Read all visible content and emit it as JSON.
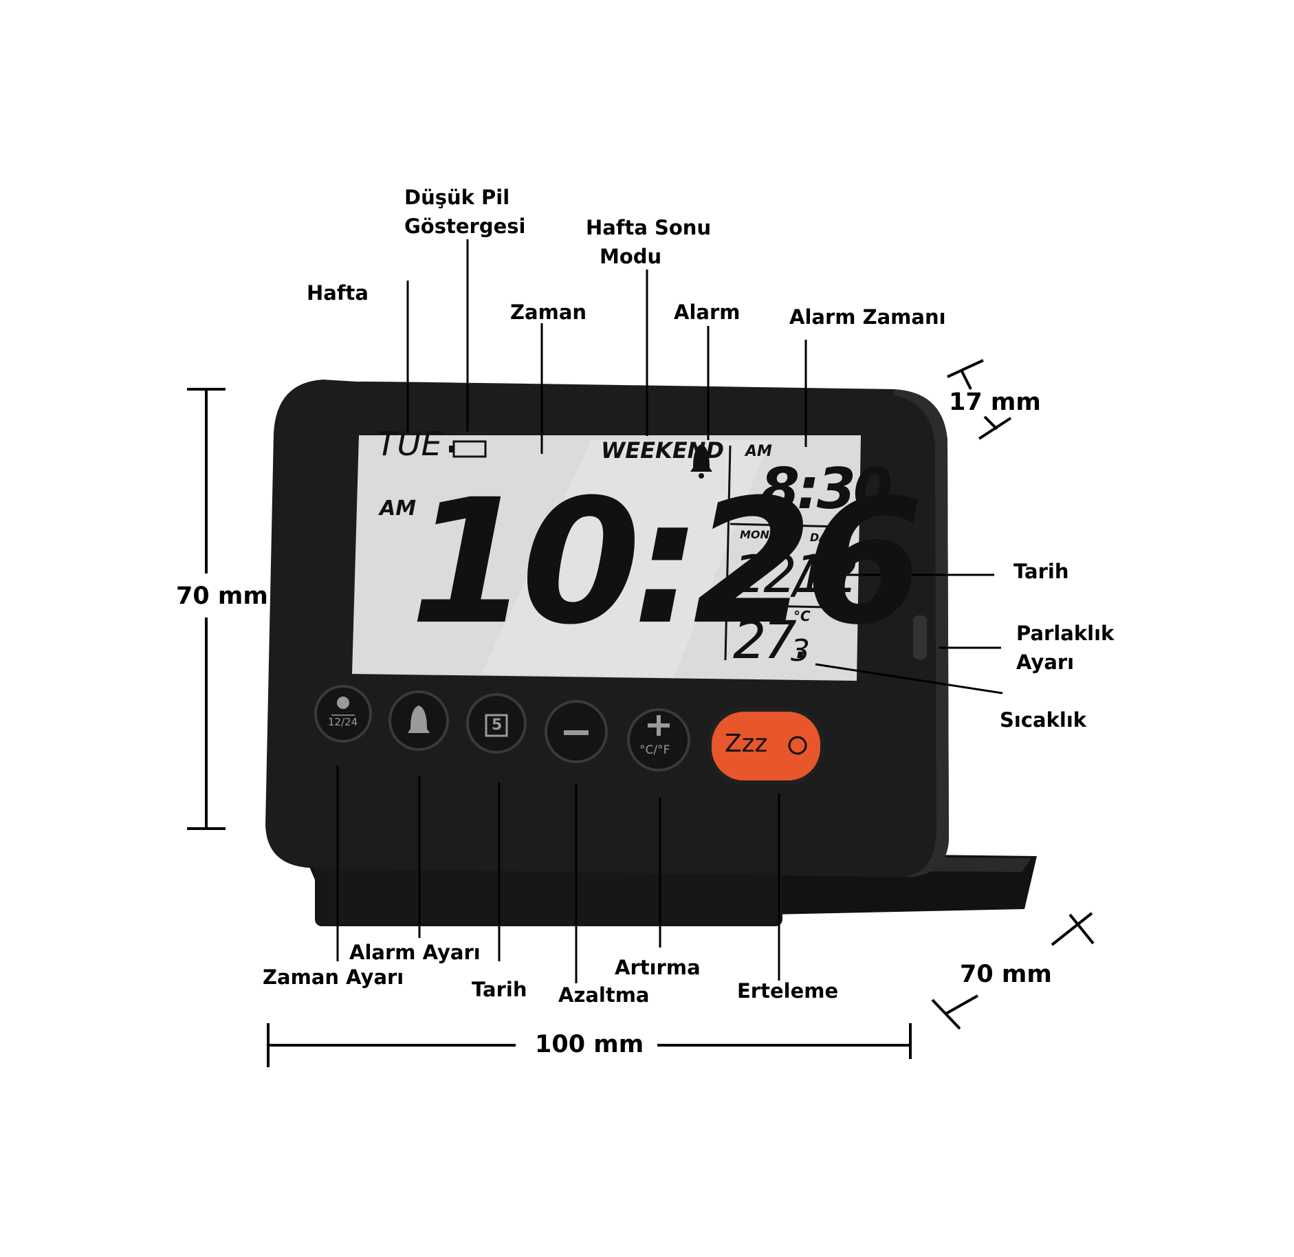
{
  "labels": {
    "dusuk_pil": [
      "Düşük Pil",
      "Göstergesi"
    ],
    "hafta": "Hafta",
    "zaman": "Zaman",
    "hafta_sonu": [
      "Hafta Sonu",
      "Modu"
    ],
    "alarm": "Alarm",
    "alarm_zamani": "Alarm Zamanı",
    "tarih_right": "Tarih",
    "parlaklik": [
      "Parlaklık",
      "Ayarı"
    ],
    "sicaklik": "Sıcaklık",
    "zaman_ayari": "Zaman Ayarı",
    "alarm_ayari": "Alarm Ayarı",
    "tarih_bottom": "Tarih",
    "azaltma": "Azaltma",
    "artirma": "Artırma",
    "erteleme": "Erteleme"
  },
  "dimensions": {
    "height": "70 mm",
    "depth": "17 mm",
    "width": "100 mm",
    "stand": "70 mm"
  },
  "display": {
    "weekday": "TUE",
    "weekend": "WEEKEND",
    "am_main": "AM",
    "time": "10:26",
    "am_alarm": "AM",
    "alarm_time": "8:30",
    "month_label": "MONTH",
    "date_label": "DATE",
    "month": "12/",
    "date": "12",
    "temp_int": "27.",
    "temp_dec": "3",
    "temp_unit": "°C"
  },
  "buttons": {
    "time_set_text": "12/24",
    "date_icon_text": "5",
    "increase_text": "°C/°F",
    "snooze_text": "Zzz"
  },
  "colors": {
    "body": "#1c1c1c",
    "screen": "#dadcd9",
    "snooze": "#e8562b",
    "ink": "#111111"
  }
}
